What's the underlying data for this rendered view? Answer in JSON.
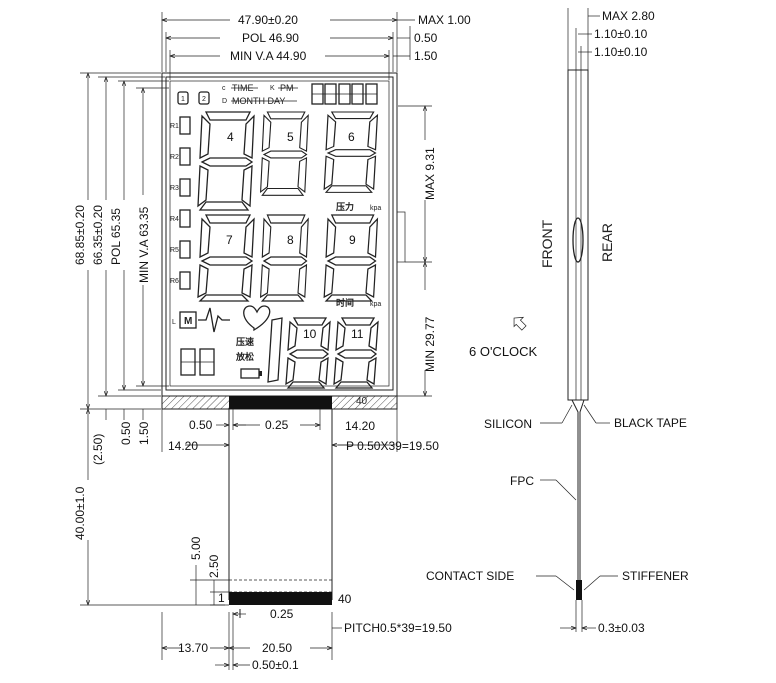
{
  "top_dims": {
    "width_total": "47.90±0.20",
    "pol": "POL 46.90",
    "min_va": "MIN V.A 44.90",
    "max_thick": "MAX 1.00",
    "off_050": "0.50",
    "off_150": "1.50"
  },
  "left_dims": {
    "h_total": "68.85±0.20",
    "h_glass": "66.35±0.20",
    "h_pol": "POL 65.35",
    "h_va": "MIN V.A 63.35",
    "fpc_len": "40.00±1.0",
    "d_250": "(2.50)",
    "d_050": "0.50",
    "d_150": "1.50"
  },
  "right_dims": {
    "max_931": "MAX 9.31",
    "min_2977": "MIN 29.77"
  },
  "pin_dims": {
    "pin_count_top": "40",
    "d_050": "0.50",
    "d_025": "0.25",
    "d_1420_left": "14.20",
    "d_1420_right": "14.20",
    "pitch_top": "P 0.50X39=19.50"
  },
  "tail_dims": {
    "d_500": "5.00",
    "d_250": "2.50",
    "pin_first": "1",
    "pin_last": "40",
    "d_025": "0.25",
    "pitch": "PITCH0.5*39=19.50",
    "d_1370": "13.70",
    "d_2050": "20.50",
    "d_050": "0.50±0.1"
  },
  "lcd": {
    "time": "TIME",
    "pm": "PM",
    "month_day": "MONTH DAY",
    "digit_labels": [
      "4",
      "5",
      "6",
      "7",
      "8",
      "9",
      "10",
      "11"
    ],
    "cn_pressure": "压力",
    "cn_time": "时间",
    "cn_pressure_speed": "压速",
    "cn_release": "放松",
    "mark_c": "c",
    "mark_k": "K",
    "mark_d": "D",
    "mark_m": "M",
    "mark_l": "L",
    "unit_kpa1": "kpa",
    "unit_kpa2": "kpa",
    "row_labels": [
      "R1",
      "R2",
      "R3",
      "R4",
      "R5",
      "R6"
    ]
  },
  "side_view": {
    "max_thick": "MAX 2.80",
    "t1": "1.10±0.10",
    "t2": "1.10±0.10",
    "front": "FRONT",
    "rear": "REAR",
    "viewing": "6 O'CLOCK",
    "silicon": "SILICON",
    "black_tape": "BLACK TAPE",
    "fpc": "FPC",
    "contact_side": "CONTACT SIDE",
    "stiffener": "STIFFENER",
    "fpc_thick": "0.3±0.03"
  }
}
